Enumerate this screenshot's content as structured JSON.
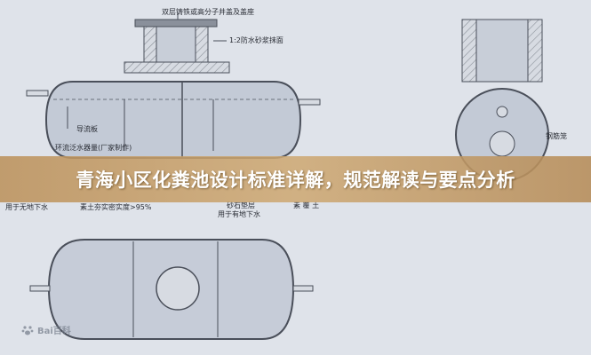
{
  "header": {
    "title": "青海小区化粪池设计标准详解，规范解读与要点分析"
  },
  "labels": {
    "cover": "双层铸铁或高分子井盖及盖座",
    "plaster": "1:2防水砂浆抹面",
    "guide_plate": "导流板",
    "level_gauge": "环流泛水器量(厂家制作)",
    "groundwater_left": "用于无地下水",
    "compaction": "素土夯实密实度>95%",
    "groundwater_mid": "用于有地下水",
    "sand_layer": "砂石垫层",
    "soil": "素 覆 土",
    "rebar_cage": "钢筋笼"
  },
  "watermark": {
    "text": "Bai百科"
  },
  "colors": {
    "line": "#4a4f5a",
    "tank": "#c3cad6",
    "band": "#c29b66"
  }
}
